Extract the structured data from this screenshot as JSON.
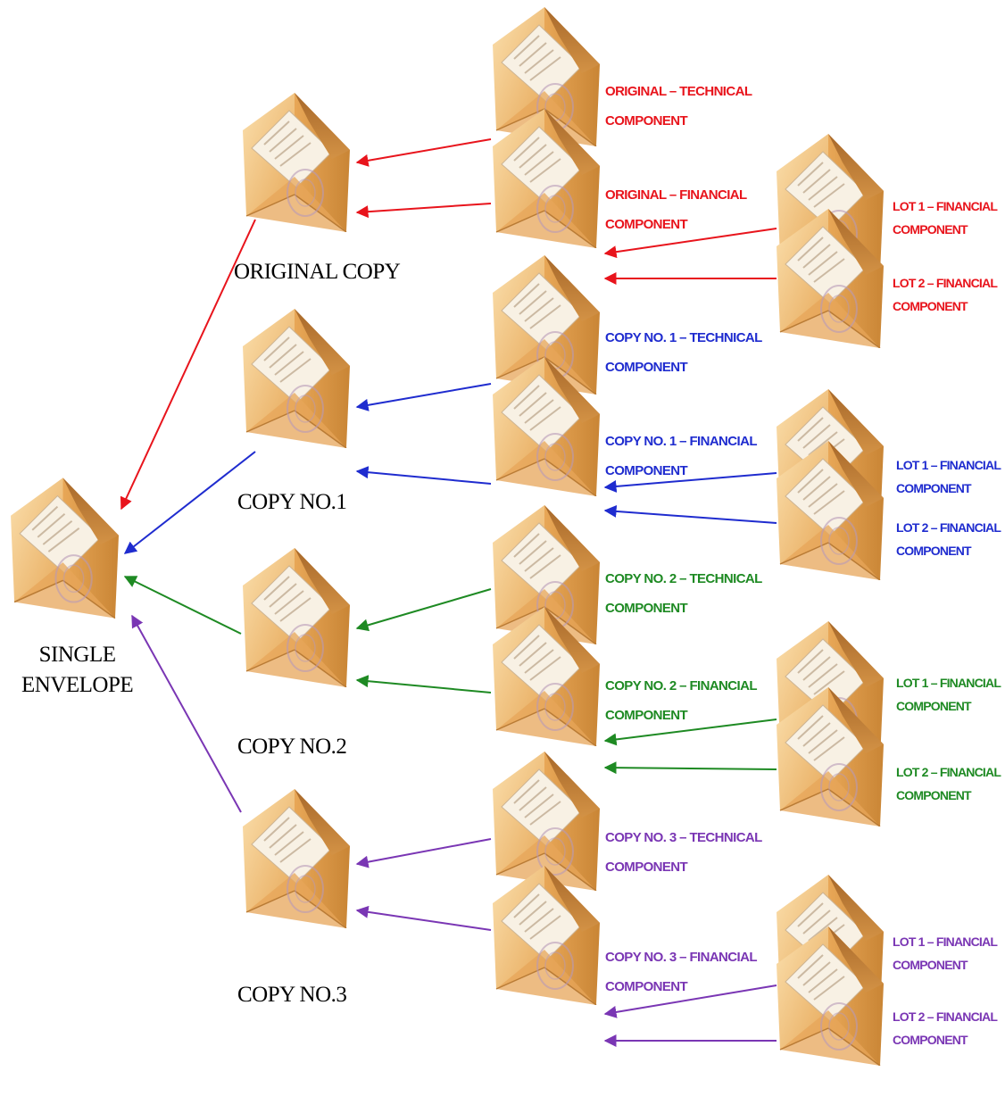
{
  "colors": {
    "original": "#e8141c",
    "copy1": "#1f2ccf",
    "copy2": "#1e8a23",
    "copy3": "#7a36b4"
  },
  "single": {
    "label_line1": "SINGLE",
    "label_line2": "ENVELOPE"
  },
  "copies": [
    {
      "label": "ORIGINAL COPY"
    },
    {
      "label": "COPY NO.1"
    },
    {
      "label": "COPY NO.2"
    },
    {
      "label": "COPY NO.3"
    }
  ],
  "components": [
    {
      "tech_l1": "ORIGINAL – TECHNICAL",
      "tech_l2": "COMPONENT",
      "fin_l1": "ORIGINAL – FINANCIAL",
      "fin_l2": "COMPONENT"
    },
    {
      "tech_l1": "COPY NO. 1 – TECHNICAL",
      "tech_l2": "COMPONENT",
      "fin_l1": "COPY NO. 1 – FINANCIAL",
      "fin_l2": "COMPONENT"
    },
    {
      "tech_l1": "COPY NO. 2 – TECHNICAL",
      "tech_l2": "COMPONENT",
      "fin_l1": "COPY NO. 2 – FINANCIAL",
      "fin_l2": "COMPONENT"
    },
    {
      "tech_l1": "COPY NO. 3 – TECHNICAL",
      "tech_l2": "COMPONENT",
      "fin_l1": "COPY NO. 3 – FINANCIAL",
      "fin_l2": "COMPONENT"
    }
  ],
  "lots": [
    {
      "lot1_l1": "LOT 1 – FINANCIAL",
      "lot1_l2": "COMPONENT",
      "lot2_l1": "LOT 2 – FINANCIAL",
      "lot2_l2": "COMPONENT"
    },
    {
      "lot1_l1": "LOT 1 – FINANCIAL",
      "lot1_l2": "COMPONENT",
      "lot2_l1": "LOT 2 – FINANCIAL",
      "lot2_l2": "COMPONENT"
    },
    {
      "lot1_l1": "LOT 1 – FINANCIAL",
      "lot1_l2": "COMPONENT",
      "lot2_l1": "LOT 2 – FINANCIAL",
      "lot2_l2": "COMPONENT"
    },
    {
      "lot1_l1": "LOT 1 – FINANCIAL",
      "lot1_l2": "COMPONENT",
      "lot2_l1": "LOT 2 – FINANCIAL",
      "lot2_l2": "COMPONENT"
    }
  ]
}
